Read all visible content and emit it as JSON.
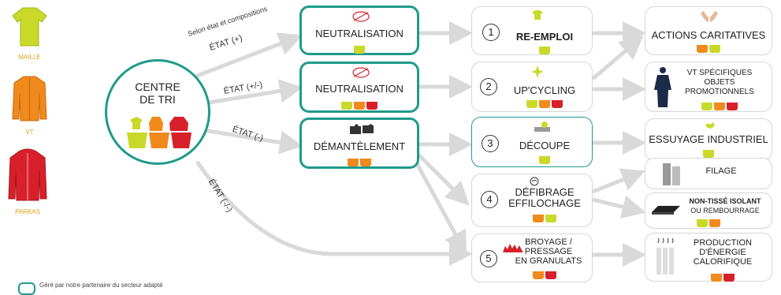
{
  "colors": {
    "teal": "#1f9a8a",
    "arrow": "#d9d9d9",
    "maille": "#c8d92a",
    "vt": "#f08a1d",
    "parkas": "#d8202a",
    "label": "#e0a21a"
  },
  "garments": [
    {
      "label": "MAILLE",
      "icon": "tshirt-icon"
    },
    {
      "label": "VT",
      "icon": "jacket-icon"
    },
    {
      "label": "PARKAS",
      "icon": "parka-icon"
    }
  ],
  "center": {
    "title_line1": "CENTRE",
    "title_line2": "DE TRI"
  },
  "edges": {
    "e1_top": "Selon état et compositions",
    "e1_bottom": "ÉTAT (+)",
    "e2": "ÉTAT (+/-)",
    "e3": "ÉTAT (-)",
    "e4": "ÉTAT (-/-)"
  },
  "mid": [
    {
      "label": "NEUTRALISATION",
      "icon": "no-logo-icon"
    },
    {
      "label": "NEUTRALISATION",
      "icon": "no-logo-icon"
    },
    {
      "label": "DÉMANTÈLEMENT",
      "icon": "puzzle-icon"
    }
  ],
  "steps": [
    {
      "num": "1",
      "label": "RE-EMPLOI"
    },
    {
      "num": "2",
      "label": "UP'CYCLING"
    },
    {
      "num": "3",
      "label": "DÉCOUPE"
    },
    {
      "num": "4",
      "label_line1": "DÉFIBRAGE",
      "label_line2": "EFFILOCHAGE"
    },
    {
      "num": "5",
      "label_line1": "BROYAGE /",
      "label_line2": "PRESSAGE",
      "label_line3": "EN GRANULATS"
    }
  ],
  "outputs": [
    {
      "label": "ACTIONS CARITATIVES"
    },
    {
      "label_line1": "VT SPÉCIFIQUES",
      "label_line2": "OBJETS",
      "label_line3": "PROMOTIONNELS"
    },
    {
      "label": "ESSUYAGE INDUSTRIEL"
    },
    {
      "label": "FILAGE"
    },
    {
      "label_line1": "NON-TISSÉ ISOLANT",
      "label_line2": "OU REMBOURRAGE"
    },
    {
      "label_line1": "PRODUCTION",
      "label_line2": "D'ÉNERGIE",
      "label_line3": "CALORIFIQUE"
    }
  ],
  "legend": {
    "text": "Géré par notre partenaire du secteur adapté"
  }
}
